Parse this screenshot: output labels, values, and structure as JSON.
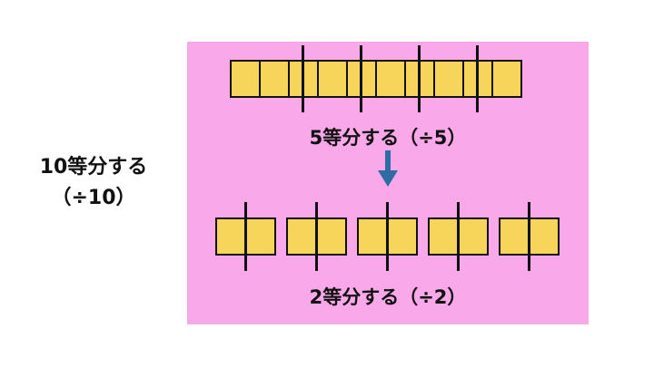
{
  "side_label": {
    "line1": "10等分する",
    "line2": "（÷10）"
  },
  "top": {
    "cell_count": 10,
    "divisions": 5,
    "caption": "5等分する（÷5）"
  },
  "bottom": {
    "piece_count": 5,
    "divisions_per_piece": 2,
    "caption": "2等分する（÷2）"
  },
  "colors": {
    "panel": "#f9a8e9",
    "cell": "#f7d55a",
    "line": "#111111",
    "arrow": "#2e6da4"
  },
  "icons": {
    "arrow": "arrow-down-icon"
  }
}
